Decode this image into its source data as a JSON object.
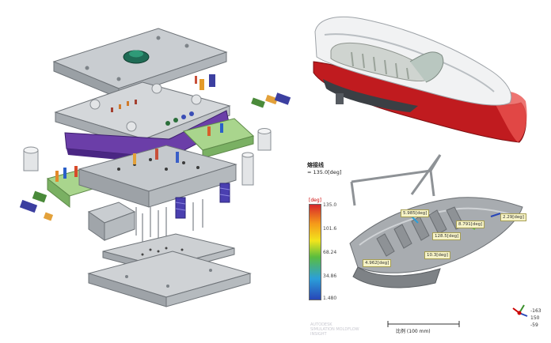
{
  "left_panel": {
    "name": "exploded-mold-assembly"
  },
  "top_right_panel": {
    "name": "tail-lamp-part-render"
  },
  "simulation": {
    "result_title": "熔接线",
    "result_value": "= 135.0[deg]",
    "unit": "[deg]",
    "colorbar_ticks": [
      "135.0",
      "101.6",
      "68.24",
      "34.86",
      "1.480"
    ],
    "colors": [
      "#d7262b",
      "#f59a1a",
      "#f2e51c",
      "#5bbd3e",
      "#2b9fd9",
      "#2846b8"
    ],
    "annotations": [
      "5.985[deg]",
      "8.791[deg]",
      "2.29[deg]",
      "128.5[deg]",
      "10.3[deg]",
      "4.962[deg]"
    ],
    "scale_label": "比例 (100 mm)",
    "watermark": "AUTODESK\nSIMULATION MOLDFLOW\nINSIGHT",
    "coords": [
      "-163",
      "150",
      "-59"
    ]
  }
}
